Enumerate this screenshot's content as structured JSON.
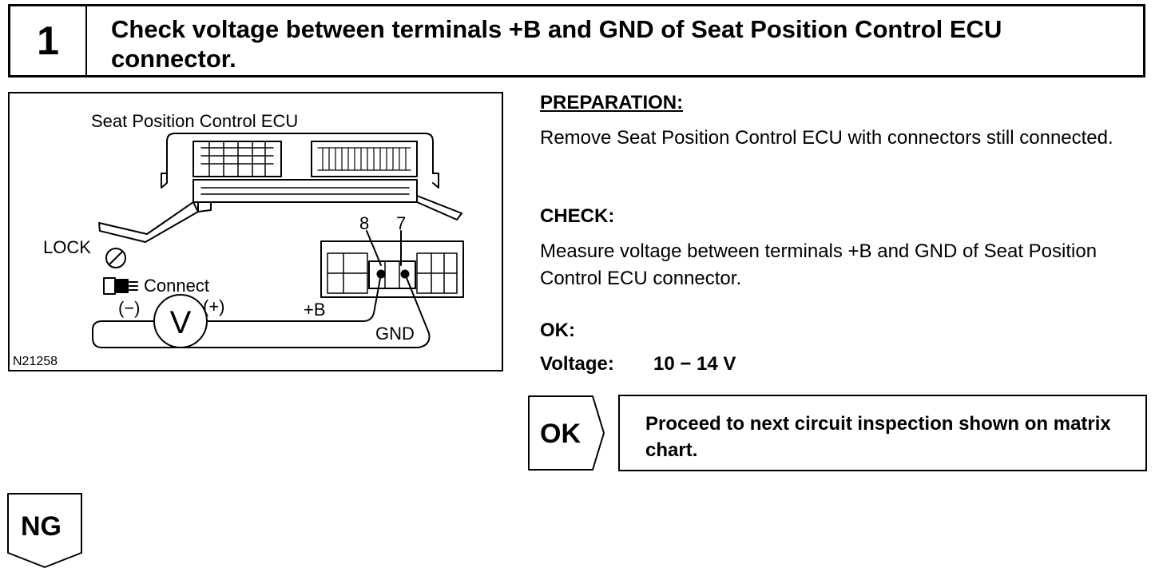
{
  "step": {
    "number": "1",
    "title": "Check voltage between terminals +B and GND of Seat Position Control ECU connector."
  },
  "figure": {
    "caption": "Seat Position Control ECU",
    "lock_label": "LOCK",
    "connect_label": "Connect",
    "minus_label": "(−)",
    "plus_label": "(+)",
    "meter_symbol": "V",
    "plus_b_label": "+B",
    "gnd_label": "GND",
    "pin_8": "8",
    "pin_7": "7",
    "figure_id": "N21258"
  },
  "preparation": {
    "heading": "PREPARATION:",
    "text": "Remove Seat Position Control ECU with connectors still connected."
  },
  "check": {
    "heading": "CHECK:",
    "text": "Measure voltage between terminals +B and GND of Seat Position Control ECU connector."
  },
  "ok_spec": {
    "heading": "OK:",
    "label": "Voltage:",
    "value": "10 − 14 V"
  },
  "ok_result": {
    "tag": "OK",
    "text": "Proceed to next circuit inspection shown on matrix chart."
  },
  "ng_result": {
    "tag": "NG"
  }
}
